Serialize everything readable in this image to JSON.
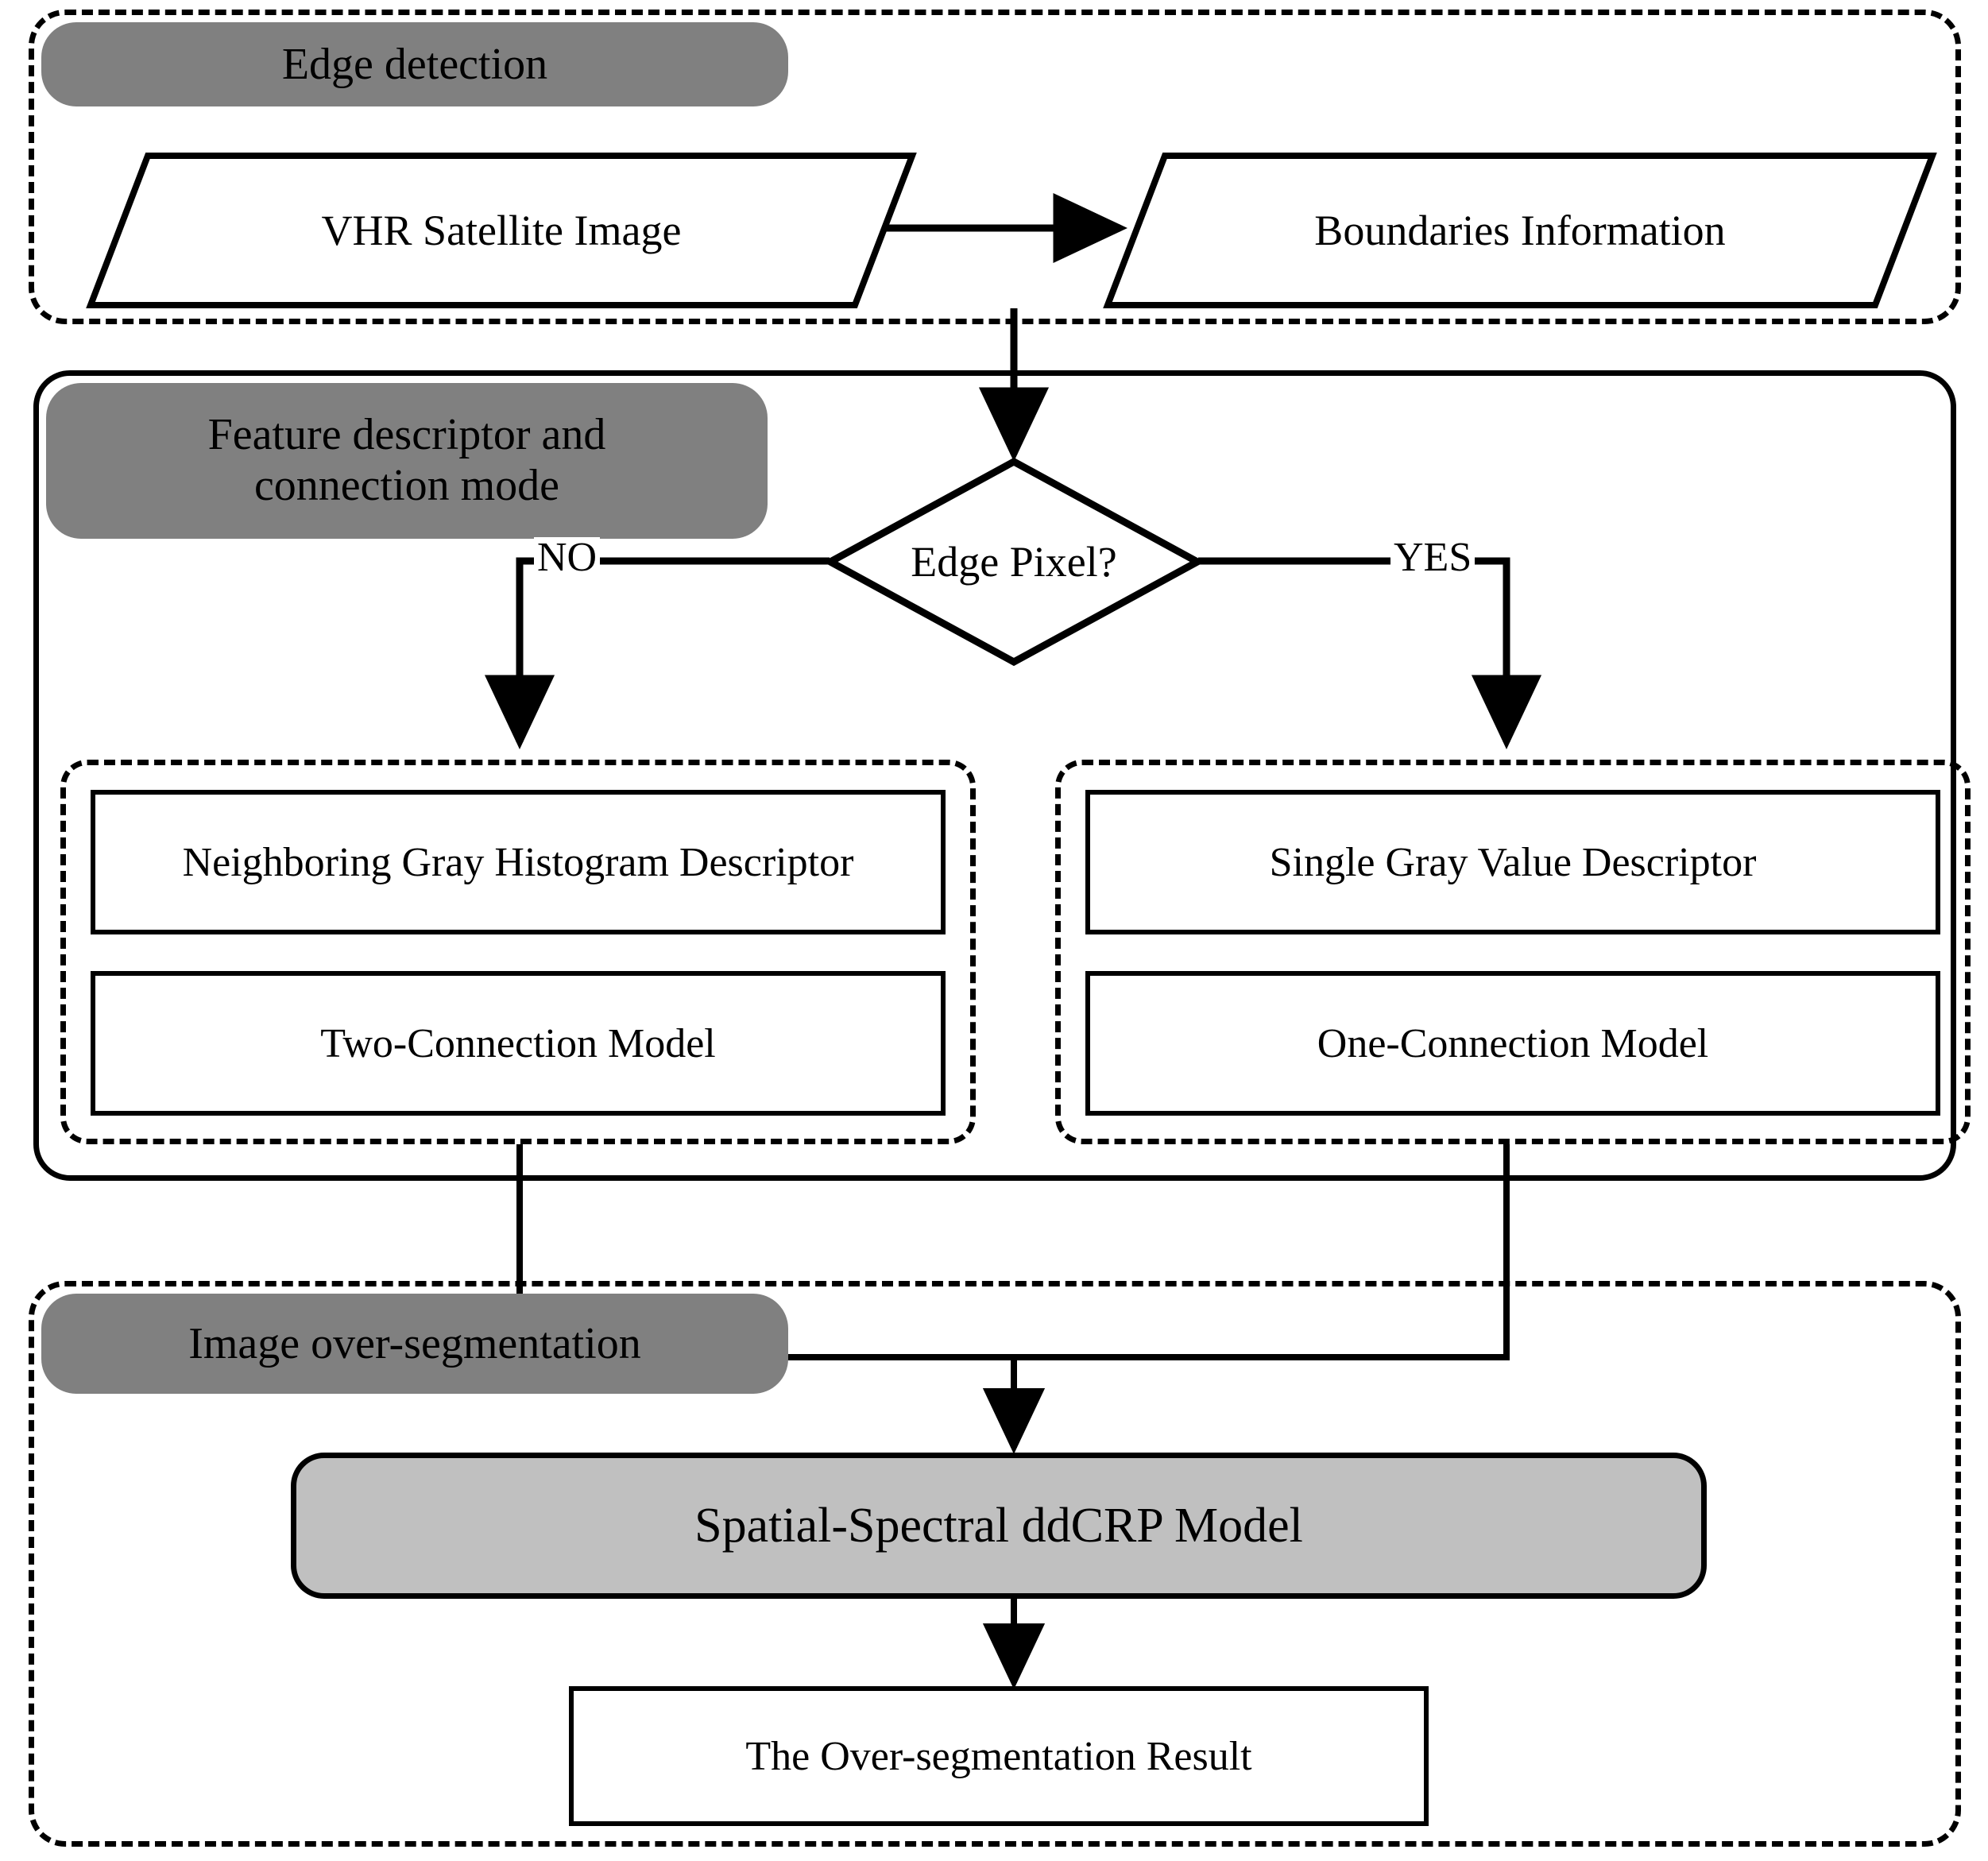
{
  "diagram": {
    "title": "Spatial-Spectral ddCRP over-segmentation workflow",
    "colors": {
      "stage_header_fill": "#808080",
      "model_box_fill": "#c0c0c0",
      "stroke": "#000000",
      "background": "#ffffff"
    }
  },
  "stages": [
    {
      "id": "edge-detection",
      "label": "Edge detection",
      "border": "dashed"
    },
    {
      "id": "feature-descriptor",
      "label": "Feature descriptor and\nconnection mode",
      "border": "solid",
      "label_line1": "Feature descriptor and",
      "label_line2": "connection mode"
    },
    {
      "id": "image-over-segmentation",
      "label": "Image over-segmentation",
      "border": "dashed"
    }
  ],
  "nodes": {
    "vhr_satellite_image": {
      "label": "VHR Satellite Image",
      "shape": "parallelogram"
    },
    "boundaries_information": {
      "label": "Boundaries Information",
      "shape": "parallelogram"
    },
    "edge_pixel_decision": {
      "label": "Edge Pixel?",
      "shape": "diamond"
    },
    "neighboring_gray_histogram_descriptor": {
      "label": "Neighboring Gray Histogram Descriptor",
      "shape": "rectangle"
    },
    "two_connection_model": {
      "label": "Two-Connection Model",
      "shape": "rectangle"
    },
    "single_gray_value_descriptor": {
      "label": "Single Gray Value Descriptor",
      "shape": "rectangle"
    },
    "one_connection_model": {
      "label": "One-Connection Model",
      "shape": "rectangle"
    },
    "spatial_spectral_ddcrp_model": {
      "label": "Spatial-Spectral ddCRP  Model",
      "shape": "rounded-rectangle"
    },
    "over_segmentation_result": {
      "label": "The Over-segmentation Result",
      "shape": "rectangle"
    }
  },
  "groups": {
    "no_branch_group": {
      "label": "",
      "border": "dashed"
    },
    "yes_branch_group": {
      "label": "",
      "border": "dashed"
    }
  },
  "edge_labels": {
    "no": "NO",
    "yes": "YES"
  },
  "edges": [
    {
      "from": "vhr_satellite_image",
      "to": "boundaries_information",
      "label": ""
    },
    {
      "from": "boundaries_information",
      "to": "edge_pixel_decision",
      "label": ""
    },
    {
      "from": "edge_pixel_decision",
      "to": "no_branch_group",
      "label": "NO"
    },
    {
      "from": "edge_pixel_decision",
      "to": "yes_branch_group",
      "label": "YES"
    },
    {
      "from": "no_branch_group",
      "to": "spatial_spectral_ddcrp_model",
      "label": ""
    },
    {
      "from": "yes_branch_group",
      "to": "spatial_spectral_ddcrp_model",
      "label": ""
    },
    {
      "from": "spatial_spectral_ddcrp_model",
      "to": "over_segmentation_result",
      "label": ""
    }
  ]
}
